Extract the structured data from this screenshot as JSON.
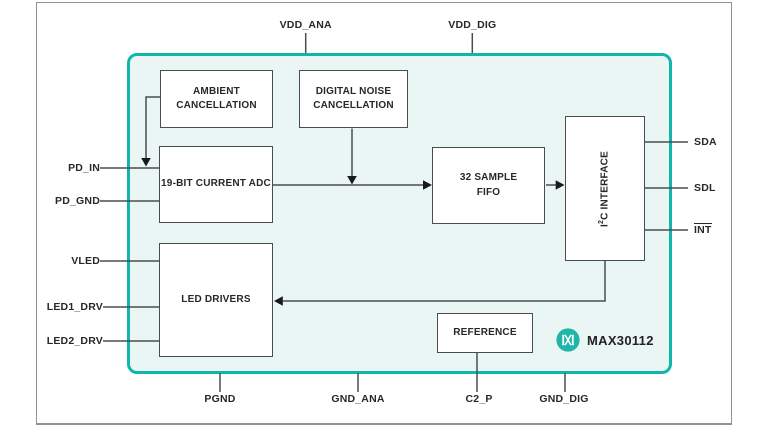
{
  "device": {
    "part_number": "MAX30112",
    "logo": "maxim-logo"
  },
  "colors": {
    "teal_border": "#10b5ac",
    "chip_fill": "#eaf6f4",
    "logo_teal": "#1fb5ab",
    "line": "#4a4d4f",
    "text": "#26282a"
  },
  "blocks": {
    "ambient_cancellation": "AMBIENT\nCANCELLATION",
    "digital_noise_cancellation": "DIGITAL NOISE\nCANCELLATION",
    "current_adc": "19-BIT CURRENT ADC",
    "sample_fifo": "32 SAMPLE\nFIFO",
    "i2c_interface": {
      "pre": "I",
      "sup": "2",
      "post": "C INTERFACE"
    },
    "led_drivers": "LED DRIVERS",
    "reference": "REFERENCE"
  },
  "pins": {
    "top": [
      "VDD_ANA",
      "VDD_DIG"
    ],
    "left": [
      "PD_IN",
      "PD_GND",
      "VLED",
      "LED1_DRV",
      "LED2_DRV"
    ],
    "right": [
      "SDA",
      "SDL",
      "INT"
    ],
    "bottom": [
      "PGND",
      "GND_ANA",
      "C2_P",
      "GND_DIG"
    ]
  }
}
